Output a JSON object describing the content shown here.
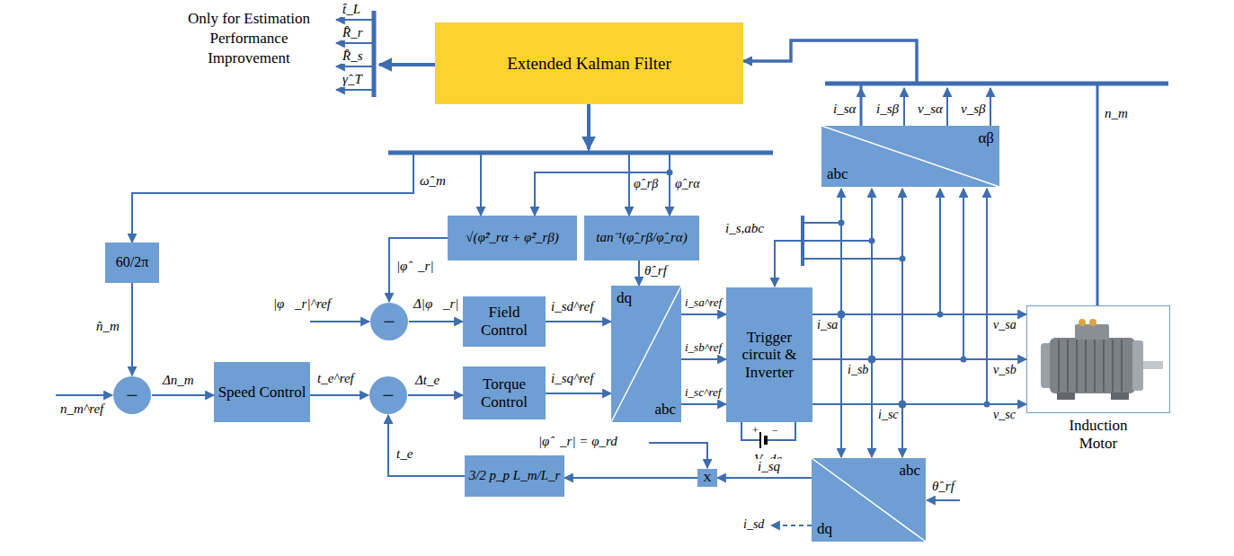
{
  "diagram": {
    "nodes": [
      {
        "text": [
          "Extended Kalman Filter"
        ]
      },
      {
        "text": [
          "αβ",
          "abc"
        ]
      },
      {
        "text": [
          "√(φ̂²_rα + φ̂²_rβ)"
        ]
      },
      {
        "text": [
          "tan⁻¹(φ̂_rβ/φ̂_rα)"
        ]
      },
      {
        "text": [
          "60/2π"
        ]
      },
      {
        "text": [
          "−"
        ]
      },
      {
        "text": [
          "Field Control"
        ]
      },
      {
        "text": [
          "dq",
          "abc"
        ]
      },
      {
        "text": [
          "Trigger circuit & Inverter"
        ]
      },
      {
        "text": [
          "Induction Motor"
        ]
      },
      {
        "text": [
          "−"
        ]
      },
      {
        "text": [
          "Speed Control"
        ]
      },
      {
        "text": [
          "−"
        ]
      },
      {
        "text": [
          "Torque Control"
        ]
      },
      {
        "text": [
          "X"
        ]
      },
      {
        "text": [
          "3/2 p_p L_m/L_r"
        ]
      },
      {
        "text": [
          "abc",
          "dq"
        ]
      }
    ],
    "edges": [
      {
        "from": 1,
        "to": 0,
        "arrow": "to"
      },
      {
        "from": 9,
        "to": 0,
        "label": "n_m",
        "arrow": "to"
      },
      {
        "from": 0,
        "to": 2,
        "arrow": "to"
      },
      {
        "from": 0,
        "to": 3,
        "arrow": "to"
      },
      {
        "from": 0,
        "to": 4,
        "label": "ω̂_m",
        "arrow": "to"
      },
      {
        "from": 2,
        "to": 5,
        "label": "|φ̂⃗_r|",
        "arrow": "to"
      },
      {
        "from": 5,
        "to": 6,
        "label": "Δ|φ⃗_r|",
        "arrow": "to"
      },
      {
        "from": 6,
        "to": 7,
        "label": "i_sd^ref",
        "arrow": "to"
      },
      {
        "from": 3,
        "to": 7,
        "label": "θ̂_rf",
        "arrow": "to"
      },
      {
        "from": 4,
        "to": 10,
        "label": "n̂_m",
        "arrow": "to"
      },
      {
        "from": 10,
        "to": 11,
        "label": "Δn_m",
        "arrow": "to"
      },
      {
        "from": 11,
        "to": 12,
        "label": "t_e^ref",
        "arrow": "to"
      },
      {
        "from": 12,
        "to": 13,
        "label": "Δt_e",
        "arrow": "to"
      },
      {
        "from": 13,
        "to": 7,
        "label": "i_sq^ref",
        "arrow": "to"
      },
      {
        "from": 7,
        "to": 8,
        "label": "i_sa^ref",
        "arrow": "to"
      },
      {
        "from": 7,
        "to": 8,
        "label": "i_sb^ref",
        "arrow": "to"
      },
      {
        "from": 7,
        "to": 8,
        "label": "i_sc^ref",
        "arrow": "to"
      },
      {
        "from": 8,
        "to": 9,
        "label": "v_sa",
        "arrow": "to"
      },
      {
        "from": 8,
        "to": 9,
        "label": "v_sb",
        "arrow": "to"
      },
      {
        "from": 8,
        "to": 9,
        "label": "v_sc",
        "arrow": "to"
      },
      {
        "from": 16,
        "to": 14,
        "label": "i_sq",
        "arrow": "to"
      },
      {
        "from": 14,
        "to": 15,
        "arrow": "to"
      },
      {
        "from": 15,
        "to": 12,
        "label": "t_e",
        "arrow": "to"
      }
    ],
    "labels": [
      "Only for Estimation Performance Improvement",
      "t̂_L",
      "R̂_r",
      "R̂_s",
      "γ̂_T",
      "i_sα",
      "i_sβ",
      "v_sα",
      "v_sβ",
      "φ̂_rβ",
      "φ̂_rα",
      "|φ⃗_r|^ref",
      "n_m^ref",
      "i_s,abc",
      "i_sa",
      "i_sb",
      "i_sc",
      "+",
      "−",
      "V_dc",
      "|φ̂⃗_r| = φ_rd",
      "θ̂_rf",
      "i_sd"
    ]
  }
}
